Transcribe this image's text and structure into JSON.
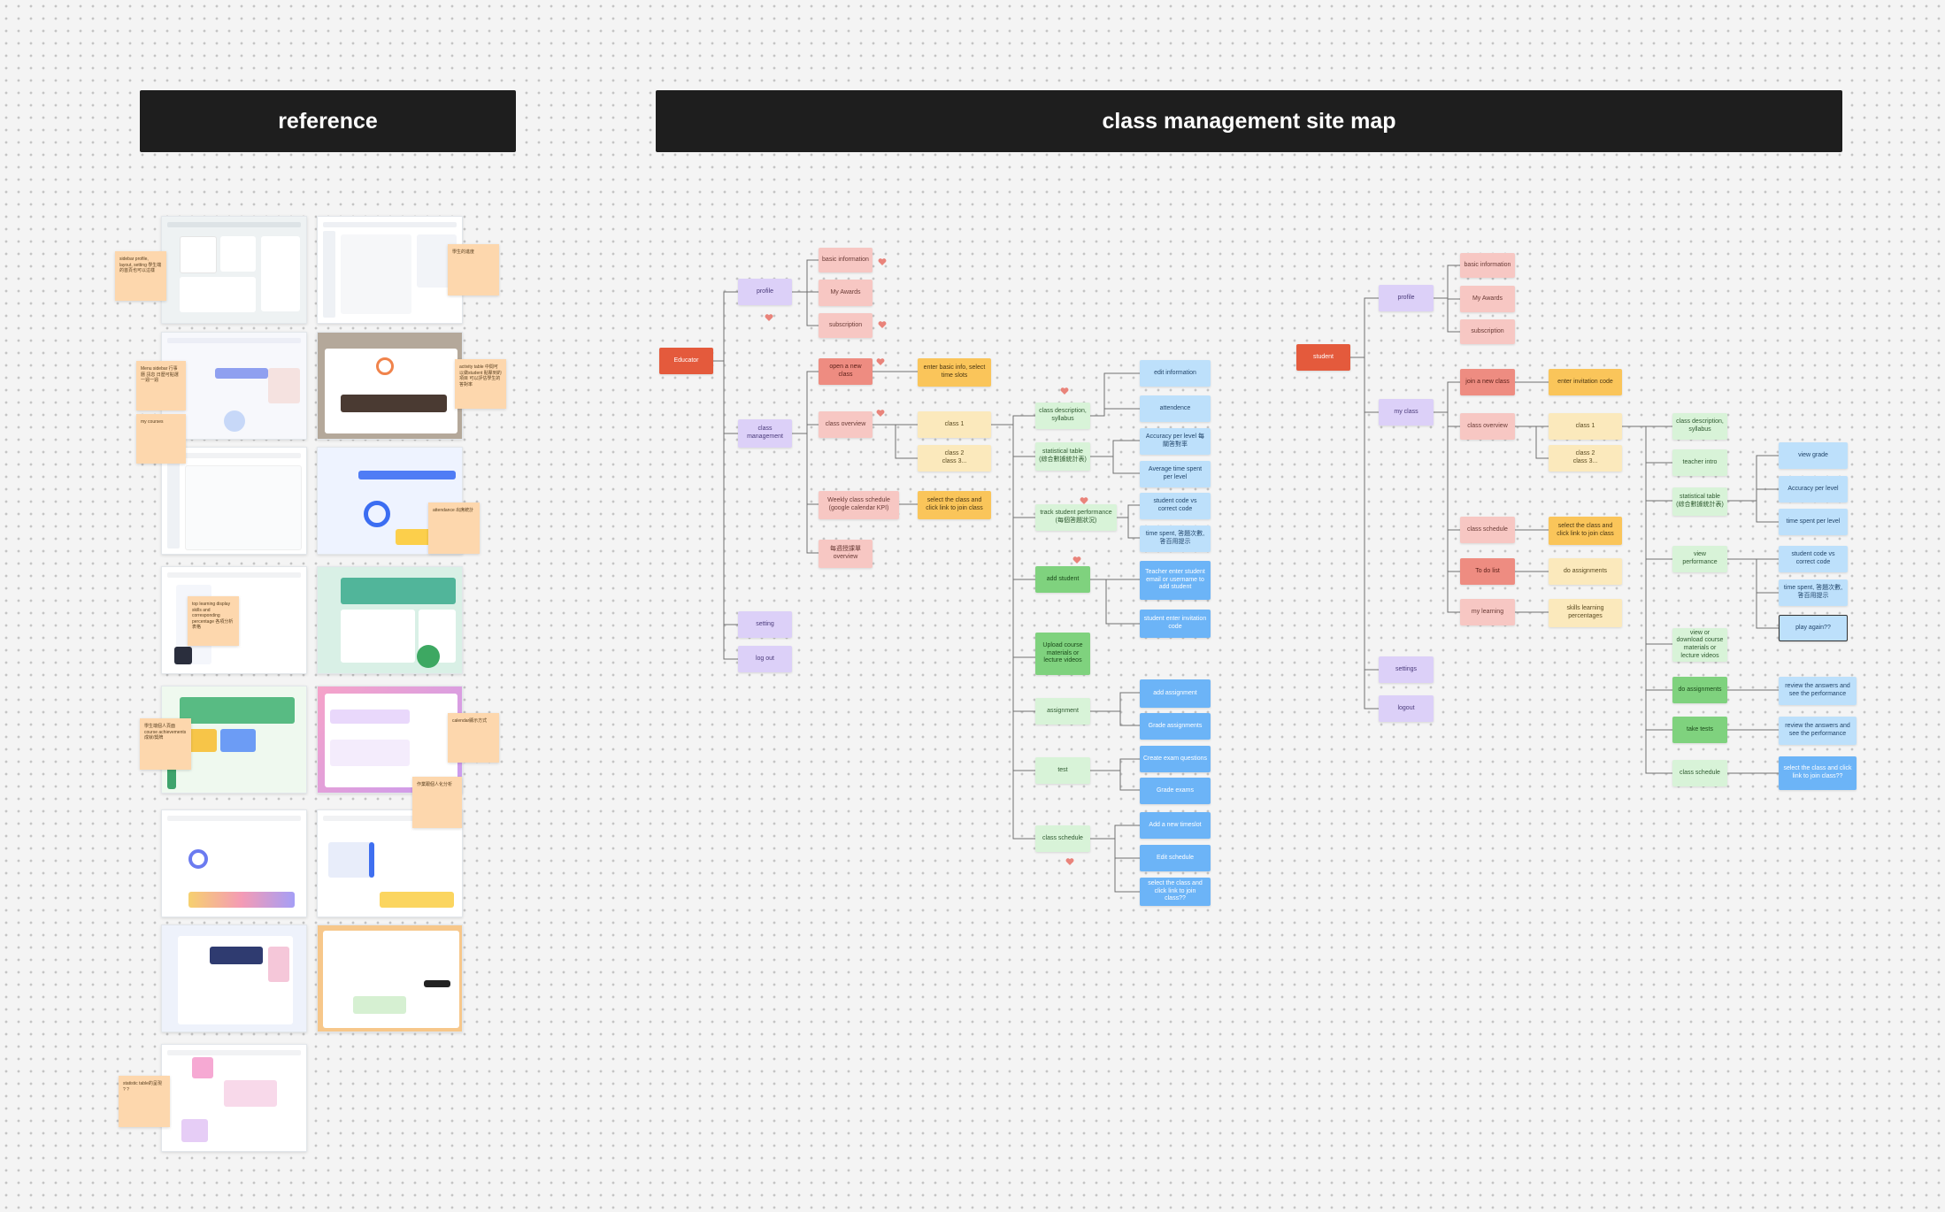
{
  "banners": {
    "reference": "reference",
    "sitemap": "class management site map"
  },
  "educator": {
    "root": "Educator",
    "profile": "profile",
    "basic_information": "basic information",
    "my_awards": "My Awards",
    "subscription": "subscription",
    "class_management": "class management",
    "open_new_class": "open a new class",
    "enter_basic_info": "enter basic info, select time slots",
    "class_overview": "class overview",
    "class_1": "class 1",
    "class_2_3": "class 2\nclass 3...",
    "weekly_schedule": "Weekly class schedule\n(google calendar KPI)",
    "select_class_join": "select the class and click link to join class",
    "lecture_overview": "每週授課單\noverview",
    "setting": "setting",
    "log_out": "log out",
    "class_desc": "class description, syllabus",
    "statistical_table": "statistical table\n(綜合數據統計表)",
    "track_performance": "track student performance\n(每個答題狀況)",
    "add_student": "add student",
    "upload_materials": "Upload course materials or lecture videos",
    "assignment": "assignment",
    "test": "test",
    "class_schedule": "class schedule",
    "edit_information": "edit information",
    "attendence": "attendence",
    "accuracy_per_level": "Accuracy per level 每關答對率",
    "avg_time_per_level": "Average time spent per level",
    "student_code_vs": "student code vs correct code",
    "time_spent_cn": "time spent, 答題次數, 答百用提示",
    "teacher_enter": "Teacher enter student email or username to add student",
    "student_enter_code": "student enter invitation code",
    "add_assignment": "add assignment",
    "grade_assignments": "Grade assignments",
    "create_exam": "Create exam questions",
    "grade_exams": "Grade exams",
    "add_timeslot": "Add a new timeslot",
    "edit_schedule": "Edit schedule",
    "select_join_q": "select the class and click link to join class??"
  },
  "student": {
    "root": "student",
    "profile": "profile",
    "basic_information": "basic information",
    "my_awards": "My Awards",
    "subscription": "subscription",
    "my_class": "my class",
    "join_new_class": "join a new class",
    "enter_invitation": "enter invitation code",
    "class_overview": "class overview",
    "class_1": "class 1",
    "class_2_3": "class 2\nclass 3...",
    "class_schedule": "class schedule",
    "select_join": "select the class and click link to join class",
    "todo_list": "To do list",
    "do_assignments": "do assignments",
    "my_learning": "my learning",
    "skills_learning": "skills learning percentages",
    "settings": "settings",
    "logout": "logout",
    "class_desc": "class description, syllabus",
    "teacher_intro": "teacher intro",
    "statistical_table": "statistical table\n(綜合數據統計表)",
    "view_performance": "view performance",
    "view_download": "view or download course materials or lecture videos",
    "do_assignments2": "do assignments",
    "take_tests": "take tests",
    "class_schedule2": "class schedule",
    "view_grade": "view grade",
    "accuracy_per_level": "Accuracy per level",
    "time_per_level": "time spent per level",
    "student_code_vs": "student code vs correct code",
    "time_spent_cn": "time spent, 答題次數, 答百用提示",
    "play_again": "play again??",
    "review_assign": "review the answers and see the performance",
    "review_tests": "review the answers and see the performance",
    "select_join_q": "select the class and click link to join class??"
  },
  "reference_notes": {
    "n1": "sidebar\nprofile, layout, setting\n\n學生端的首頁也可以這樣",
    "n2": "學生的進度",
    "n3": "Menu sidebar\n行事曆  訊息\n日歷可點選  一週一週",
    "n4": "activity table\n中間可以做student 點擊到的項目\n可以評估學生的答對率",
    "n5": "my courses",
    "n6": "attendance 出席統計",
    "n7": "top learning\ndisplay skills and\ncorresponding percentage\n各項分析表格",
    "n8": "學生端個人頁面 course\nachievements  成就/獎牌",
    "n9": "calendar顯示方式",
    "n10": "作業跟個人化分析",
    "n11": "statistic table的呈現  ? ?"
  },
  "colors": {
    "red": "#e45a3c",
    "purple": "#dcd0f8",
    "pink": "#f7c7c3",
    "salmon": "#ee8c81",
    "yellow": "#fac55a",
    "light_yellow": "#fbe9bc",
    "light_green": "#d8f3d8",
    "green": "#7fd27e",
    "blue": "#6cb4f7",
    "light_blue": "#bde0fb",
    "sticky": "#fdd7ad",
    "banner": "#1e1e1e"
  }
}
